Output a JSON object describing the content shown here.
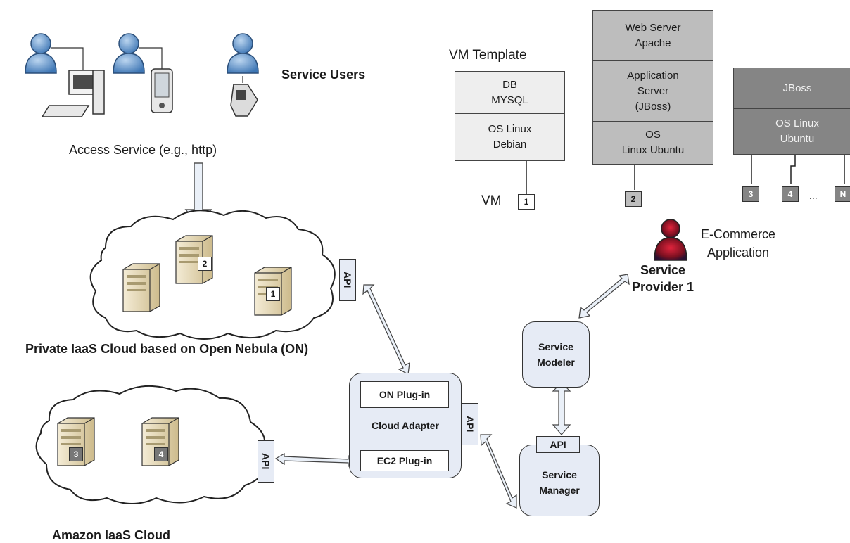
{
  "users": {
    "label": "Service Users",
    "access": "Access Service (e.g., http)"
  },
  "vm_template": {
    "title": "VM Template",
    "layers": [
      "DB\nMYSQL",
      "OS Linux\nDebian"
    ],
    "vm_label": "VM",
    "vm_id": "1"
  },
  "webserver_stack": {
    "layers": [
      "Web Server\nApache",
      "Application\nServer\n(JBoss)",
      "OS\nLinux Ubuntu"
    ],
    "vm_id": "2"
  },
  "jboss_stack": {
    "layers": [
      "JBoss",
      "OS Linux\nUbuntu"
    ],
    "vm_ids": [
      "3",
      "4",
      "N"
    ],
    "ellipsis": "..."
  },
  "provider": {
    "app": "E-Commerce\nApplication",
    "name": "Service\nProvider 1",
    "accent": "#c0102a"
  },
  "private_cloud": {
    "label": "Private IaaS Cloud based on Open Nebula (ON)",
    "servers": [
      "2",
      "1"
    ],
    "api": "API"
  },
  "amazon_cloud": {
    "label": "Amazon IaaS Cloud",
    "servers": [
      "3",
      "4"
    ],
    "api": "API"
  },
  "cloud_adapter": {
    "label": "Cloud Adapter",
    "on_plugin": "ON Plug-in",
    "ec2_plugin": "EC2 Plug-in",
    "api": "API"
  },
  "service_modeler": {
    "label": "Service\nModeler"
  },
  "service_manager": {
    "label": "Service\nManager",
    "api": "API"
  },
  "colors": {
    "node_fill": "#e6ebf5",
    "user_blue": "#5a90c8",
    "server_tan": "#e6d9b4"
  }
}
